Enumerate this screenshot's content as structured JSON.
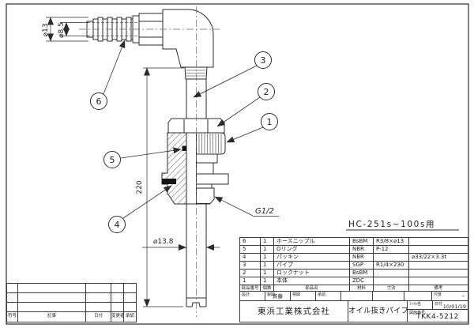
{
  "drawing": {
    "dims": {
      "d13": "⌀13",
      "d85": "⌀8.5",
      "len220": "220",
      "d138": "⌀13.8",
      "thread": "G1/2"
    },
    "note_model": "HC-251s~100s用",
    "callouts": {
      "c1": "1",
      "c2": "2",
      "c3": "3",
      "c4": "4",
      "c5": "5",
      "c6": "6"
    }
  },
  "parts_table": {
    "headers": {
      "no": "部品番号",
      "qty": "個数",
      "name": "部品名",
      "material": "材料",
      "size": "寸法",
      "remark": "備考"
    },
    "rows": [
      {
        "no": "6",
        "qty": "1",
        "name": "ホースニップル",
        "material": "BsBM",
        "size": "R3/8×⌀13",
        "remark": ""
      },
      {
        "no": "5",
        "qty": "1",
        "name": "Oリング",
        "material": "NBR",
        "size": "P-12",
        "remark": ""
      },
      {
        "no": "4",
        "qty": "1",
        "name": "パッキン",
        "material": "NBR",
        "size": "",
        "remark": "⌀33/22×3.3t"
      },
      {
        "no": "3",
        "qty": "1",
        "name": "パイプ",
        "material": "SGP",
        "size": "R1/4×230",
        "remark": ""
      },
      {
        "no": "2",
        "qty": "1",
        "name": "ロックナット",
        "material": "BsBM",
        "size": "",
        "remark": ""
      },
      {
        "no": "1",
        "qty": "1",
        "name": "本体",
        "material": "ZDC",
        "size": "",
        "remark": ""
      }
    ]
  },
  "title_block": {
    "sig": {
      "design": "設計",
      "draft": "製図",
      "check": "検図",
      "approve": "承認",
      "drafter": "斉藤"
    },
    "scale_label": "尺度",
    "scale": "-",
    "file_label": "ﾌｧｲﾙ名",
    "date_label": "日付",
    "date": "10/01/19",
    "company": "東浜工業株式会社",
    "part_title": "オイル抜きパイプ",
    "dwg_no_label": "図面番号",
    "dwg_no": "TKK4-5212"
  },
  "revision_table": {
    "headers": {
      "sym": "符号",
      "desc": "記事",
      "date": "日付",
      "by": "変更者",
      "appr": "承認"
    }
  }
}
